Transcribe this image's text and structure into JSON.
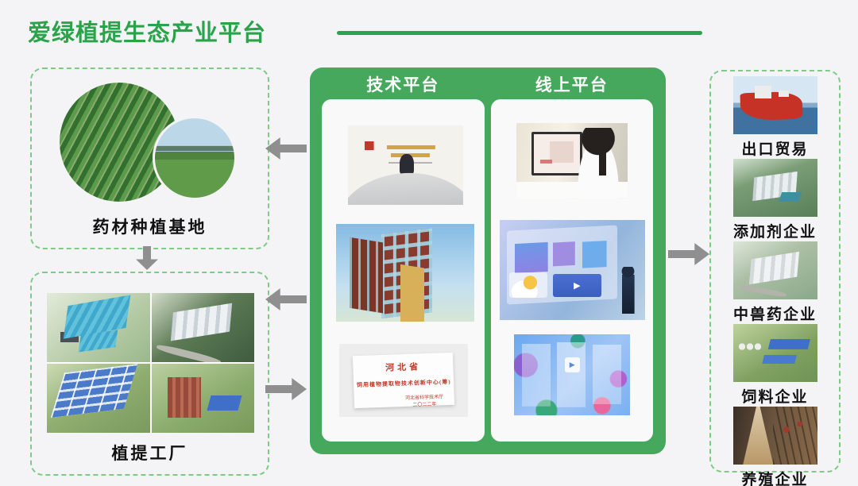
{
  "page": {
    "title": "爱绿植提生态产业平台"
  },
  "colors": {
    "accent_green": "#2aa44a",
    "center_box_green": "#45a85c",
    "dashed_border_green": "#7ecb86",
    "arrow_gray": "#8f8f8f",
    "background": "#f4f4f6"
  },
  "left": {
    "base_label": "药材种植基地",
    "factory_label": "植提工厂"
  },
  "center": {
    "tech_header": "技术平台",
    "online_header": "线上平台",
    "plaque": {
      "line1": "河北省",
      "line2": "饲用植物提取物技术创新中心(筹)",
      "line3": "河北省科学技术厅",
      "line4": "二〇二二年"
    }
  },
  "right": {
    "items": [
      {
        "label": "出口贸易",
        "image": "cargo-ship-photo"
      },
      {
        "label": "添加剂企业",
        "image": "additive-factory-photo"
      },
      {
        "label": "中兽药企业",
        "image": "veterinary-factory-photo"
      },
      {
        "label": "饲料企业",
        "image": "feed-factory-photo"
      },
      {
        "label": "养殖企业",
        "image": "poultry-farm-photo"
      }
    ]
  },
  "icons": {
    "flow_down": "arrow-down",
    "flow_left": "arrow-left",
    "flow_right": "arrow-right"
  }
}
